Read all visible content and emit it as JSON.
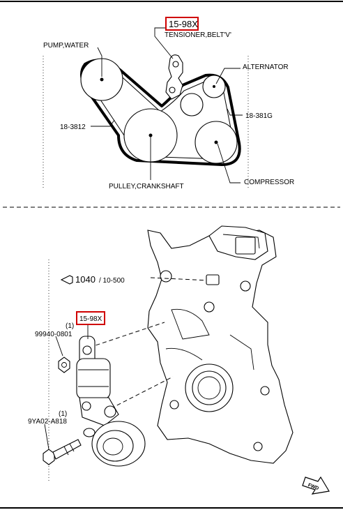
{
  "top_diagram": {
    "tensioner_code": "15-98X",
    "tensioner_name": "TENSIONER,BELT'V'",
    "pump": "PUMP,WATER",
    "alternator": "ALTERNATOR",
    "belt_left": "18-3812",
    "belt_right": "18-381G",
    "crank": "PULLEY,CRANKSHAFT",
    "compressor": "COMPRESSOR"
  },
  "bottom_diagram": {
    "bolt_ref": "1040",
    "bolt_ref_sub": "/ 10-500",
    "tensioner_code": "15-98X",
    "nut_qty": "(1)",
    "nut_part": "99940-0801",
    "bolt_qty": "(1)",
    "bolt_part": "9YA02-A818",
    "fwd": "FWD"
  },
  "colors": {
    "highlight": "#d00000"
  }
}
